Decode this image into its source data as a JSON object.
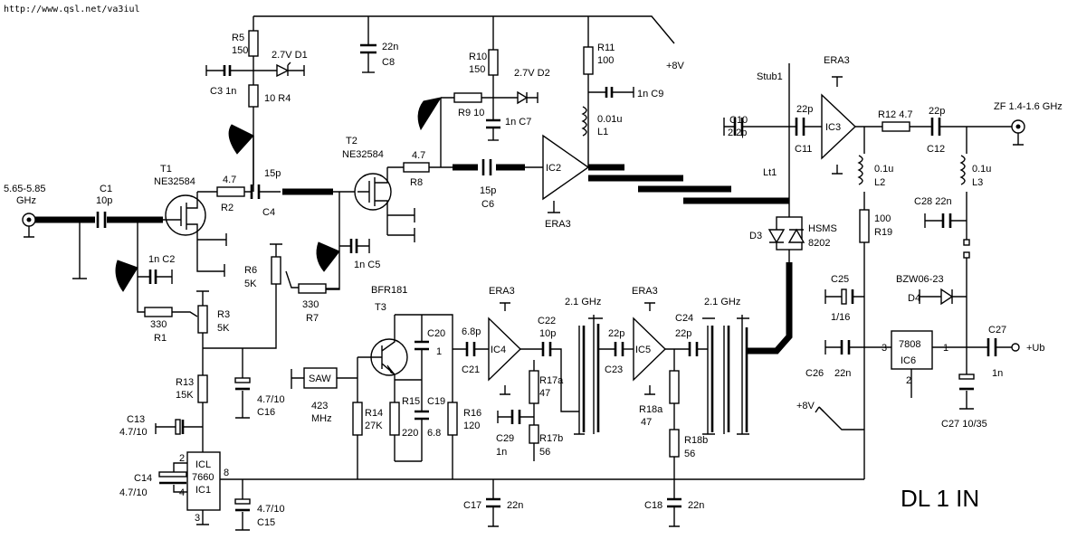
{
  "url": "http://www.qsl.net/va3iul",
  "title": "DL 1 IN",
  "input": {
    "freq": "5.65-5.85",
    "unit": "GHz"
  },
  "output": {
    "label": "ZF 1.4-1.6 GHz"
  },
  "supply": {
    "plus8v": "+8V",
    "plus8v_b": "+8V",
    "plus_ub": "+Ub"
  },
  "parts": {
    "R5": "R5",
    "R5v": "150",
    "C8": "22n",
    "C8n": "C8",
    "D1": "2.7V D1",
    "C3": "C3 1n",
    "R4": "10 R4",
    "R10": "R10",
    "R10v": "150",
    "D2": "2.7V D2",
    "R9": "R9 10",
    "C7": "1n C7",
    "R11": "R11",
    "R11v": "100",
    "C9": "1n C9",
    "L1v": "0.01u",
    "L1": "L1",
    "T1": "T1",
    "T1t": "NE32584",
    "T2": "T2",
    "T2t": "NE32584",
    "C1": "C1",
    "C1v": "10p",
    "R2v": "4.7",
    "R2": "R2",
    "C4v": "15p",
    "C4": "C4",
    "R8v": "4.7",
    "R8": "R8",
    "C6v": "15p",
    "C6": "C6",
    "IC2": "IC2",
    "ERA3a": "ERA3",
    "C2": "1n C2",
    "R6": "R6",
    "R6v": "5K",
    "C5": "1n C5",
    "R7v": "330",
    "R7": "R7",
    "R3": "R3",
    "R3v": "5K",
    "R1v": "330",
    "R1": "R1",
    "R13": "R13",
    "R13v": "15K",
    "C16": "4.7/10",
    "C16n": "C16",
    "C13": "C13",
    "C13v": "4.7/10",
    "ICL1": "ICL",
    "ICL2": "7660",
    "ICL3": "IC1",
    "pin2": "2",
    "pin4": "4",
    "pin3": "3",
    "pin8": "8",
    "C14": "C14",
    "C14v": "4.7/10",
    "C15v": "4.7/10",
    "C15": "C15",
    "BFR": "BFR181",
    "T3": "T3",
    "SAW": "SAW",
    "SAWf": "423",
    "SAWu": "MHz",
    "R14": "R14",
    "R14v": "27K",
    "R15": "R15",
    "R15v": "220",
    "C19": "C19",
    "C19v": "6.8",
    "C20": "C20",
    "C20v": "1",
    "R16": "R16",
    "R16v": "120",
    "C21v": "6.8p",
    "C21": "C21",
    "ERA3b": "ERA3",
    "IC4": "IC4",
    "C22": "C22",
    "C22v": "10p",
    "R17a": "R17a",
    "R17av": "47",
    "C29": "C29",
    "C29v": "1n",
    "R17b": "R17b",
    "R17bv": "56",
    "F1": "2.1 GHz",
    "ERA3c": "ERA3",
    "IC5": "IC5",
    "C23v": "22p",
    "C23": "C23",
    "C24": "C24",
    "C24v": "22p",
    "R18a": "R18a",
    "R18av": "47",
    "R18b": "R18b",
    "R18bv": "56",
    "F2": "2.1 GHz",
    "C17": "C17",
    "C17v": "22n",
    "C18": "C18",
    "C18v": "22n",
    "Stub1": "Stub1",
    "Lt1": "Lt1",
    "C10": "C10",
    "C10v": "2.2p",
    "C11v": "22p",
    "C11": "C11",
    "ERA3d": "ERA3",
    "IC3": "IC3",
    "R12": "R12 4.7",
    "C12v": "22p",
    "C12": "C12",
    "L2v": "0.1u",
    "L2": "L2",
    "L3v": "0.1u",
    "L3": "L3",
    "C28": "C28 22n",
    "R19v": "100",
    "R19": "R19",
    "D3": "D3",
    "HSMS": "HSMS",
    "HSMSv": "8202",
    "C25": "C25",
    "C25v": "1/16",
    "BZW": "BZW06-23",
    "D4": "D4",
    "C26": "C26",
    "C26v": "22n",
    "p3": "3",
    "IC6a": "7808",
    "IC6b": "IC6",
    "p1": "1",
    "p2": "2",
    "C27": "C27",
    "C27v": "1n",
    "C27b": "C27 10/35"
  }
}
